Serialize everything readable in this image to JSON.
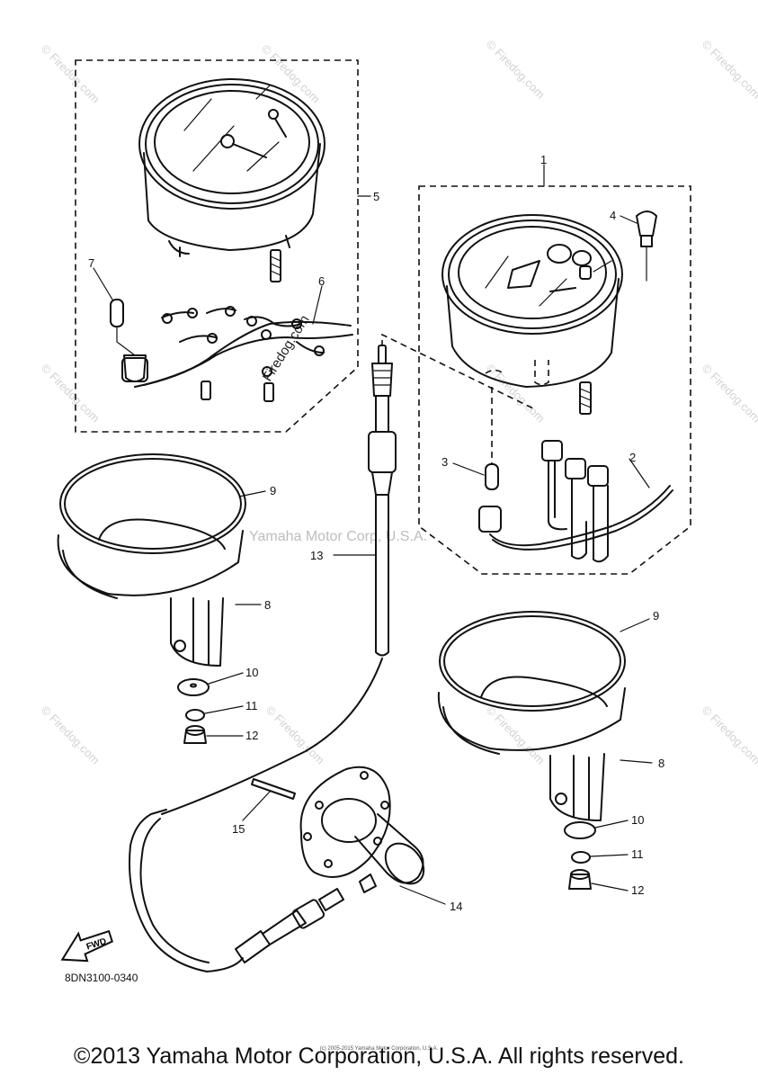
{
  "diagram": {
    "callouts": {
      "c1": "1",
      "c2": "2",
      "c3": "3",
      "c4": "4",
      "c5": "5",
      "c6": "6",
      "c7": "7",
      "c8a": "8",
      "c8b": "8",
      "c9a": "9",
      "c9b": "9",
      "c10a": "10",
      "c10b": "10",
      "c11a": "11",
      "c11b": "11",
      "c12a": "12",
      "c12b": "12",
      "c13": "13",
      "c14": "14",
      "c15": "15"
    },
    "part_code": "8DN3100-0340",
    "fwd_label": "FWD",
    "watermark_main": "Yamaha Motor Corp, U.S.A.",
    "watermark_site": "Firedog.com",
    "watermark_small": "© Firedog.com"
  },
  "footer": {
    "copyright": "©2013 Yamaha Motor Corporation, U.S.A. All rights reserved.",
    "tiny_copyright": "(c) 2005-2015 Yamaha Motor Corporation, U.S.A."
  }
}
